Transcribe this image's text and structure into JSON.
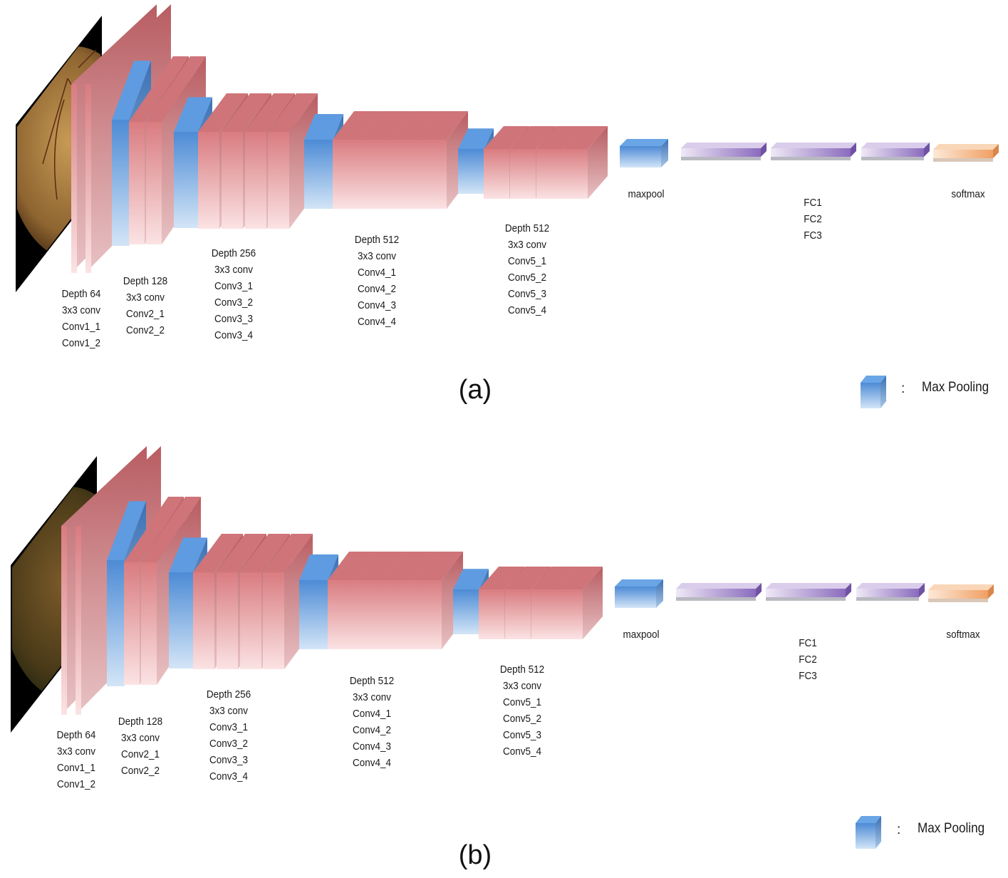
{
  "colors": {
    "conv_red": "#d97c80",
    "conv_red_light": "#fbe3e4",
    "pool_blue": "#4d8bd5",
    "pool_blue_light": "#d3e5f7",
    "fc_purple": "#8a6bbd",
    "fc_purple_light": "#efe9f6",
    "softmax_orange": "#f0a064",
    "softmax_orange_light": "#fde9d8"
  },
  "panels": [
    {
      "id": "a",
      "caption": "(a)",
      "input_image": "retinal-fundus-photo",
      "blocks": [
        {
          "name": "Depth 64",
          "lines": [
            "Depth 64",
            "3x3 conv",
            "Conv1_1",
            "Conv1_2"
          ]
        },
        {
          "name": "Depth 128",
          "lines": [
            "Depth 128",
            "3x3 conv",
            "Conv2_1",
            "Conv2_2"
          ]
        },
        {
          "name": "Depth 256",
          "lines": [
            "Depth 256",
            "3x3 conv",
            "Conv3_1",
            "Conv3_2",
            "Conv3_3",
            "Conv3_4"
          ]
        },
        {
          "name": "Depth 512",
          "lines": [
            "Depth 512",
            "3x3 conv",
            "Conv4_1",
            "Conv4_2",
            "Conv4_3",
            "Conv4_4"
          ]
        },
        {
          "name": "Depth 512",
          "lines": [
            "Depth 512",
            "3x3 conv",
            "Conv5_1",
            "Conv5_2",
            "Conv5_3",
            "Conv5_4"
          ]
        }
      ],
      "maxpool_label": "maxpool",
      "fc_lines": [
        "FC1",
        "FC2",
        "FC3"
      ],
      "softmax_label": "softmax",
      "legend": {
        "colon": ":",
        "label": "Max Pooling"
      }
    },
    {
      "id": "b",
      "caption": "(b)",
      "input_image": "retinal-fundus-photo-dark",
      "blocks": [
        {
          "name": "Depth 64",
          "lines": [
            "Depth 64",
            "3x3 conv",
            "Conv1_1",
            "Conv1_2"
          ]
        },
        {
          "name": "Depth 128",
          "lines": [
            "Depth 128",
            "3x3 conv",
            "Conv2_1",
            "Conv2_2"
          ]
        },
        {
          "name": "Depth 256",
          "lines": [
            "Depth 256",
            "3x3 conv",
            "Conv3_1",
            "Conv3_2",
            "Conv3_3",
            "Conv3_4"
          ]
        },
        {
          "name": "Depth 512",
          "lines": [
            "Depth 512",
            "3x3 conv",
            "Conv4_1",
            "Conv4_2",
            "Conv4_3",
            "Conv4_4"
          ]
        },
        {
          "name": "Depth 512",
          "lines": [
            "Depth 512",
            "3x3 conv",
            "Conv5_1",
            "Conv5_2",
            "Conv5_3",
            "Conv5_4"
          ]
        }
      ],
      "maxpool_label": "maxpool",
      "fc_lines": [
        "FC1",
        "FC2",
        "FC3"
      ],
      "softmax_label": "softmax",
      "legend": {
        "colon": ":",
        "label": "Max Pooling"
      }
    }
  ]
}
